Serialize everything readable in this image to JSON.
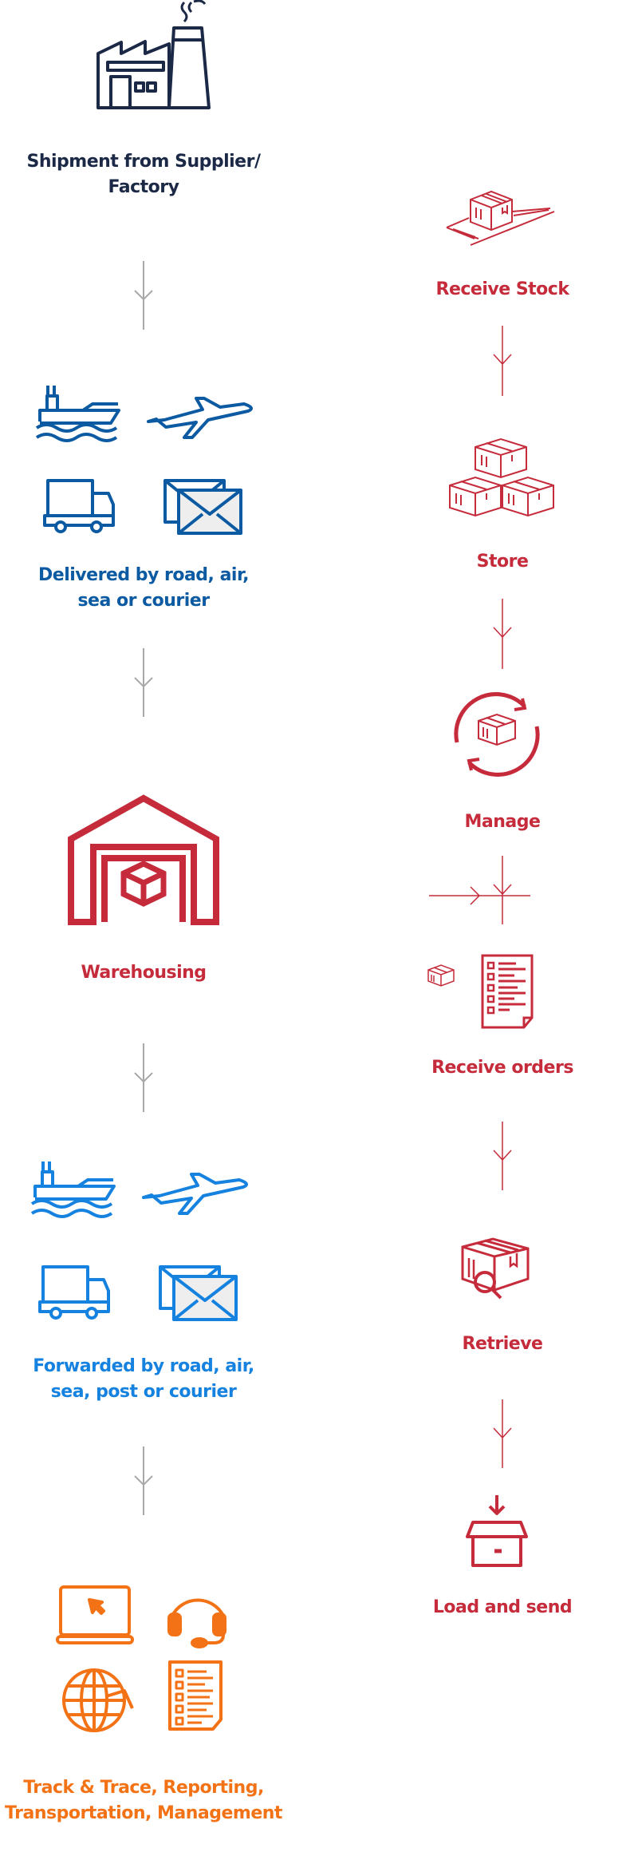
{
  "left_steps": [
    {
      "label_lines": [
        "Shipment from Supplier/",
        "Factory"
      ],
      "icons": [
        "factory-icon"
      ]
    },
    {
      "label_lines": [
        "Delivered by road, air,",
        "sea or courier"
      ],
      "icons": [
        "ship-icon",
        "plane-icon",
        "truck-icon",
        "envelope-icon"
      ]
    },
    {
      "label_lines": [
        "Warehousing"
      ],
      "icons": [
        "warehouse-icon"
      ]
    },
    {
      "label_lines": [
        "Forwarded by road, air,",
        "sea, post or courier"
      ],
      "icons": [
        "ship-icon",
        "plane-icon",
        "truck-icon",
        "envelope-icon"
      ]
    },
    {
      "label_lines": [
        "Track & Trace, Reporting,",
        "Transportation, Management"
      ],
      "icons": [
        "laptop-icon",
        "headset-icon",
        "globe-icon",
        "checklist-icon"
      ]
    }
  ],
  "right_steps": [
    {
      "label": "Receive Stock",
      "icon": "pallet-box-icon"
    },
    {
      "label": "Store",
      "icon": "stacked-boxes-icon"
    },
    {
      "label": "Manage",
      "icon": "refresh-box-icon"
    },
    {
      "label": "Receive orders",
      "icon": "order-list-icon"
    },
    {
      "label": "Retrieve",
      "icon": "box-search-icon"
    },
    {
      "label": "Load and send",
      "icon": "open-box-icon"
    }
  ],
  "colors": {
    "navy": "#1b2846",
    "blue": "#0b5aa2",
    "red": "#c52b3a",
    "light_blue": "#1582e0",
    "orange": "#f47216",
    "arrow_gray": "#a8a8a8"
  }
}
